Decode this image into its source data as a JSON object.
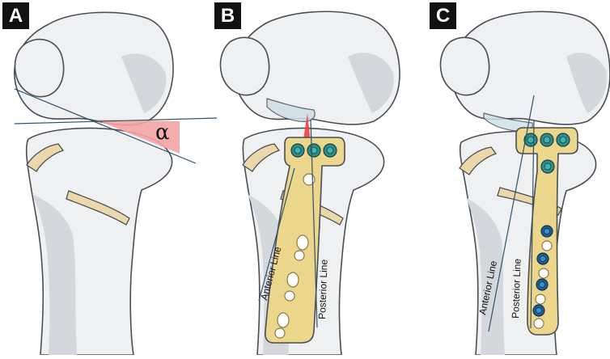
{
  "panels": [
    {
      "label": "A"
    },
    {
      "label": "B"
    },
    {
      "label": "C"
    }
  ],
  "annotations": {
    "alpha": "α",
    "anterior_line": "Anterior Line",
    "posterior_line": "Posterior Line"
  },
  "colors": {
    "angle_fill": "#f4a3a3",
    "wedge_red": "#ee4040",
    "wedge_orange": "#f4743a",
    "plate": "#ecd68c",
    "screw_teal": "#2c8f8a",
    "screw_blue": "#1f5f8f",
    "cartilage": "#ead7aa",
    "bone": "#eef0f2",
    "guide_line": "#2d5468"
  }
}
